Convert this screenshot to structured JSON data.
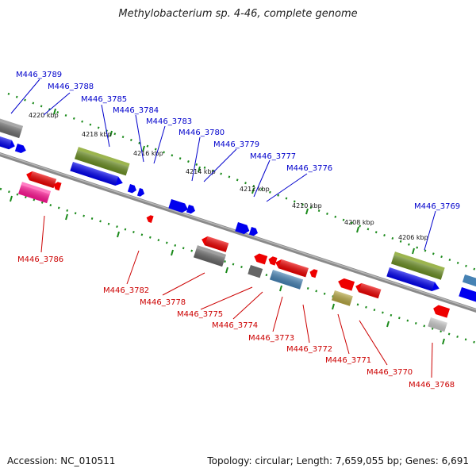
{
  "title": "Methylobacterium sp. 4-46, complete genome",
  "footer": {
    "accession": "Accession: NC_010511",
    "summary": "Topology: circular; Length: 7,659,055 bp; Genes: 6,691"
  },
  "colors": {
    "forward_label": "#0000cc",
    "reverse_label": "#cc0000",
    "backbone": "#808080",
    "tick": "#1a8a1a"
  },
  "scale_labels": [
    "4220 kbp",
    "4218 kbp",
    "4216 kbp",
    "4214 kbp",
    "4212 kbp",
    "4210 kbp",
    "4208 kbp",
    "4206 kbp"
  ],
  "forward_genes": [
    "M446_3789",
    "M446_3788",
    "M446_3785",
    "M446_3784",
    "M446_3783",
    "M446_3780",
    "M446_3779",
    "M446_3777",
    "M446_3776",
    "M446_3769"
  ],
  "reverse_genes": [
    "M446_3786",
    "M446_3782",
    "M446_3778",
    "M446_3775",
    "M446_3774",
    "M446_3773",
    "M446_3772",
    "M446_3771",
    "M446_3770",
    "M446_3768"
  ]
}
